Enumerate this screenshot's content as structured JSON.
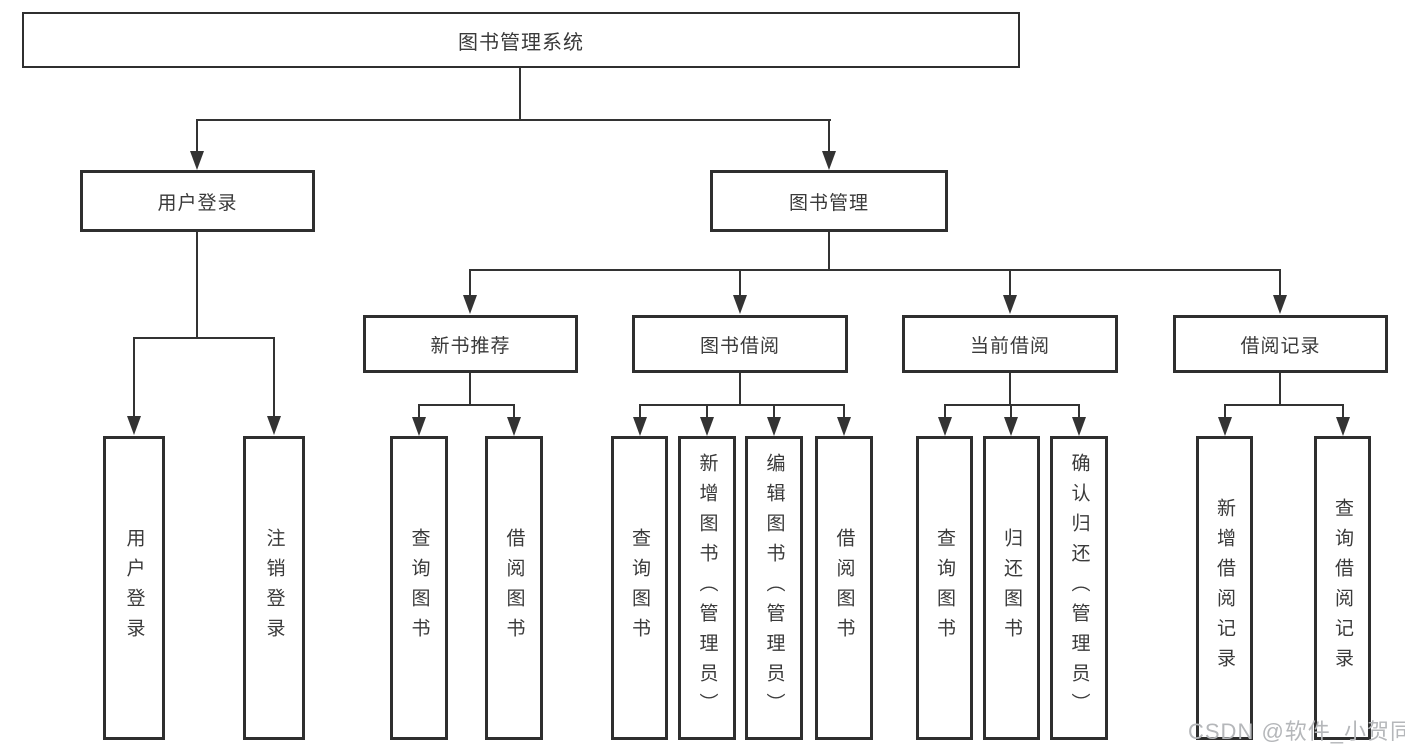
{
  "tree": {
    "label": "图书管理系统",
    "children": [
      {
        "label": "用户登录",
        "children": [
          {
            "label": "用户登录"
          },
          {
            "label": "注销登录"
          }
        ]
      },
      {
        "label": "图书管理",
        "children": [
          {
            "label": "新书推荐",
            "children": [
              {
                "label": "查询图书"
              },
              {
                "label": "借阅图书"
              }
            ]
          },
          {
            "label": "图书借阅",
            "children": [
              {
                "label": "查询图书"
              },
              {
                "label": "新增图书（管理员）"
              },
              {
                "label": "编辑图书（管理员）"
              },
              {
                "label": "借阅图书"
              }
            ]
          },
          {
            "label": "当前借阅",
            "children": [
              {
                "label": "查询图书"
              },
              {
                "label": "归还图书"
              },
              {
                "label": "确认归还（管理员）"
              }
            ]
          },
          {
            "label": "借阅记录",
            "children": [
              {
                "label": "新增借阅记录"
              },
              {
                "label": "查询借阅记录"
              }
            ]
          }
        ]
      }
    ]
  },
  "watermark": {
    "text": "CSDN @软件_小贺同学"
  },
  "colors": {
    "line": "#333333",
    "border": "#2f2f2f",
    "text": "#3a3a3a",
    "watermark": "#b5b7ba",
    "background": "#ffffff"
  }
}
